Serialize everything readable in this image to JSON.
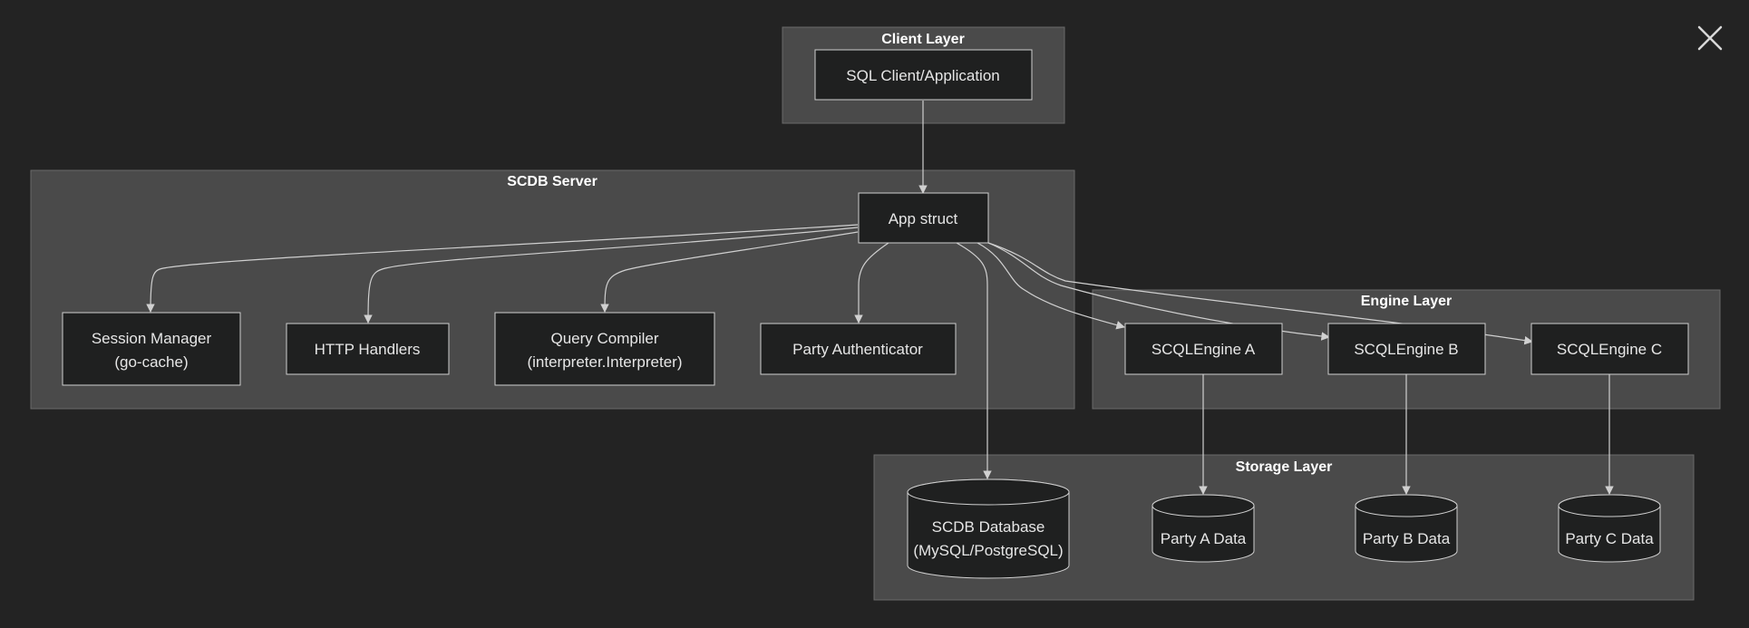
{
  "clusters": {
    "client": "Client Layer",
    "server": "SCDB Server",
    "engine": "Engine Layer",
    "storage": "Storage Layer"
  },
  "nodes": {
    "sql_client": [
      "SQL Client/Application"
    ],
    "app_struct": [
      "App struct"
    ],
    "session_manager": [
      "Session Manager",
      "(go-cache)"
    ],
    "http_handlers": [
      "HTTP Handlers"
    ],
    "query_compiler": [
      "Query Compiler",
      "(interpreter.Interpreter)"
    ],
    "party_auth": [
      "Party Authenticator"
    ],
    "engine_a": [
      "SCQLEngine A"
    ],
    "engine_b": [
      "SCQLEngine B"
    ],
    "engine_c": [
      "SCQLEngine C"
    ],
    "scdb_db": [
      "SCDB Database",
      "(MySQL/PostgreSQL)"
    ],
    "party_a_data": [
      "Party A Data"
    ],
    "party_b_data": [
      "Party B Data"
    ],
    "party_c_data": [
      "Party C Data"
    ]
  },
  "edges": [
    {
      "from": "sql_client",
      "to": "app_struct"
    },
    {
      "from": "app_struct",
      "to": "session_manager"
    },
    {
      "from": "app_struct",
      "to": "http_handlers"
    },
    {
      "from": "app_struct",
      "to": "query_compiler"
    },
    {
      "from": "app_struct",
      "to": "party_auth"
    },
    {
      "from": "app_struct",
      "to": "scdb_db"
    },
    {
      "from": "app_struct",
      "to": "engine_a"
    },
    {
      "from": "app_struct",
      "to": "engine_b"
    },
    {
      "from": "app_struct",
      "to": "engine_c"
    },
    {
      "from": "engine_a",
      "to": "party_a_data"
    },
    {
      "from": "engine_b",
      "to": "party_b_data"
    },
    {
      "from": "engine_c",
      "to": "party_c_data"
    }
  ],
  "icons": {
    "close": "close-icon"
  },
  "colors": {
    "background": "#232323",
    "cluster": "#4a4a4a",
    "node": "#1f2020",
    "line": "#d0d0d0"
  }
}
